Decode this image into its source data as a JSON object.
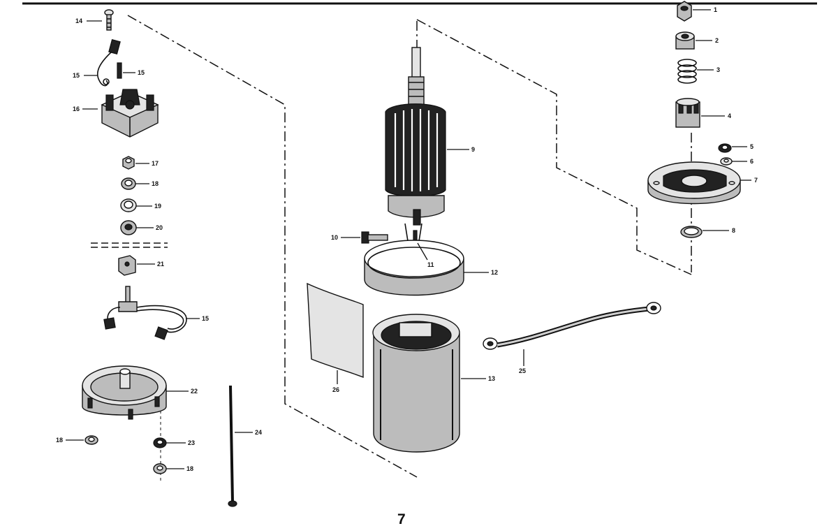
{
  "callouts": {
    "c1": "1",
    "c2": "2",
    "c3": "3",
    "c4": "4",
    "c5": "5",
    "c6": "6",
    "c7": "7",
    "c8": "8",
    "c9": "9",
    "c10": "10",
    "c11": "11",
    "c12": "12",
    "c13": "13",
    "c14": "14",
    "c15a": "15",
    "c15b": "15",
    "c15c": "15",
    "c16": "16",
    "c17": "17",
    "c18a": "18",
    "c18b": "18",
    "c18c": "18",
    "c19": "19",
    "c20": "20",
    "c21": "21",
    "c22": "22",
    "c23": "23",
    "c24": "24",
    "c25": "25",
    "c26": "26"
  },
  "page_number": "7"
}
